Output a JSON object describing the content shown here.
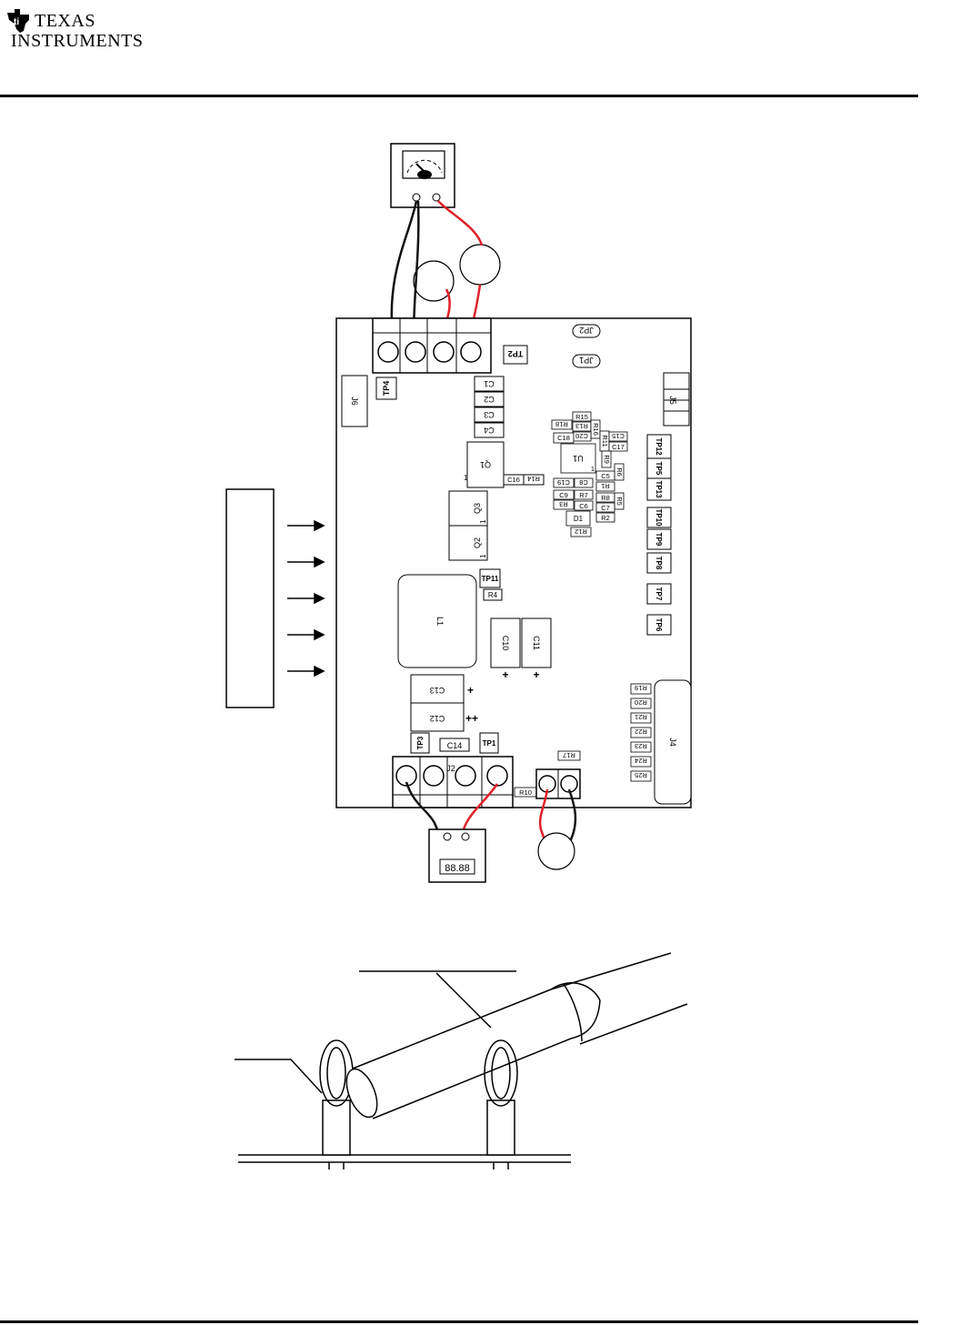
{
  "header": {
    "logo_line1": "TEXAS",
    "logo_line2": "INSTRUMENTS"
  },
  "board": {
    "components": {
      "jp2": "JP2",
      "jp1": "JP1",
      "tp2": "TP2",
      "tp4": "TP4",
      "j6": "J6",
      "j5": "J5",
      "c1": "C1",
      "c2": "C2",
      "c3": "C3",
      "c4": "C4",
      "r15": "R15",
      "r18": "R18",
      "r13": "R13",
      "r16": "R16",
      "c20": "C20",
      "c18": "C18",
      "r11": "R11",
      "c15": "C15",
      "c17": "C17",
      "q1": "Q1",
      "q1_pin": "1",
      "c16": "C16",
      "r14": "R14",
      "u1": "U1",
      "u1_pin": "1",
      "r9": "R9",
      "r6": "R6",
      "c5": "C5",
      "c19": "C19",
      "c8": "C8",
      "r1": "R1",
      "c9": "C9",
      "r7": "R7",
      "r8": "R8",
      "r5": "R5",
      "r3": "R3",
      "c6": "C6",
      "c7": "C7",
      "d1": "D1",
      "r2": "R2",
      "r12": "R12",
      "tp12": "TP12",
      "tp5": "TP5",
      "tp13": "TP13",
      "tp10": "TP10",
      "tp9": "TP9",
      "tp8": "TP8",
      "tp7": "TP7",
      "tp6": "TP6",
      "q3": "Q3",
      "q2": "Q2",
      "q3_pin": "1",
      "q2_pin": "1",
      "tp11": "TP11",
      "r4": "R4",
      "l1": "L1",
      "c10": "C10",
      "c11": "C11",
      "c10_pol": "+",
      "c11_pol": "+",
      "c13": "C13",
      "c12": "C12",
      "c13_pol": "+",
      "c12_pol": "++",
      "tp3": "TP3",
      "c14": "C14",
      "tp1": "TP1",
      "j2": "J2",
      "r17": "R17",
      "r10": "R10",
      "r19": "R19",
      "r20": "R20",
      "r21": "R21",
      "r22": "R22",
      "r23": "R23",
      "r24": "R24",
      "r25": "R25",
      "j4": "J4"
    }
  },
  "instruments": {
    "display_reading": "88.88"
  },
  "colors": {
    "wire_red": "#e0202a",
    "wire_black": "#111111"
  }
}
